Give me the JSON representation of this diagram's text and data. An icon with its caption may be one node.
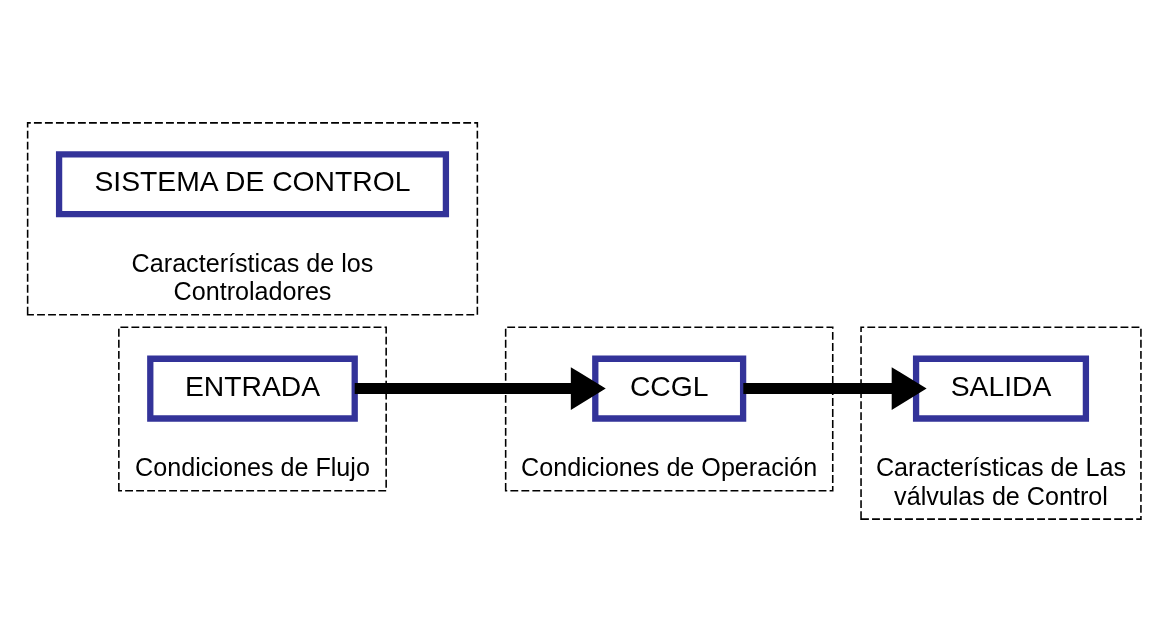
{
  "diagram": {
    "nodes": [
      {
        "text": [
          "Condiciones de Flujo"
        ]
      },
      {
        "text": [
          "ENTRADA"
        ],
        "in": 0
      },
      {
        "text": [
          "Condiciones de Operación"
        ]
      },
      {
        "text": [
          "CCGL"
        ],
        "in": 2
      },
      {
        "text": [
          "Características de Las válvulas de Control"
        ]
      },
      {
        "text": [
          "SALIDA"
        ],
        "in": 4
      },
      {
        "text": [
          "Características de los Controladores"
        ]
      },
      {
        "text": [
          "SISTEMA DE CONTROL"
        ],
        "in": 6
      }
    ],
    "edges": [
      {
        "from": 1,
        "to": 3,
        "arrow": "to"
      },
      {
        "from": 3,
        "to": 5,
        "arrow": "to"
      }
    ]
  }
}
